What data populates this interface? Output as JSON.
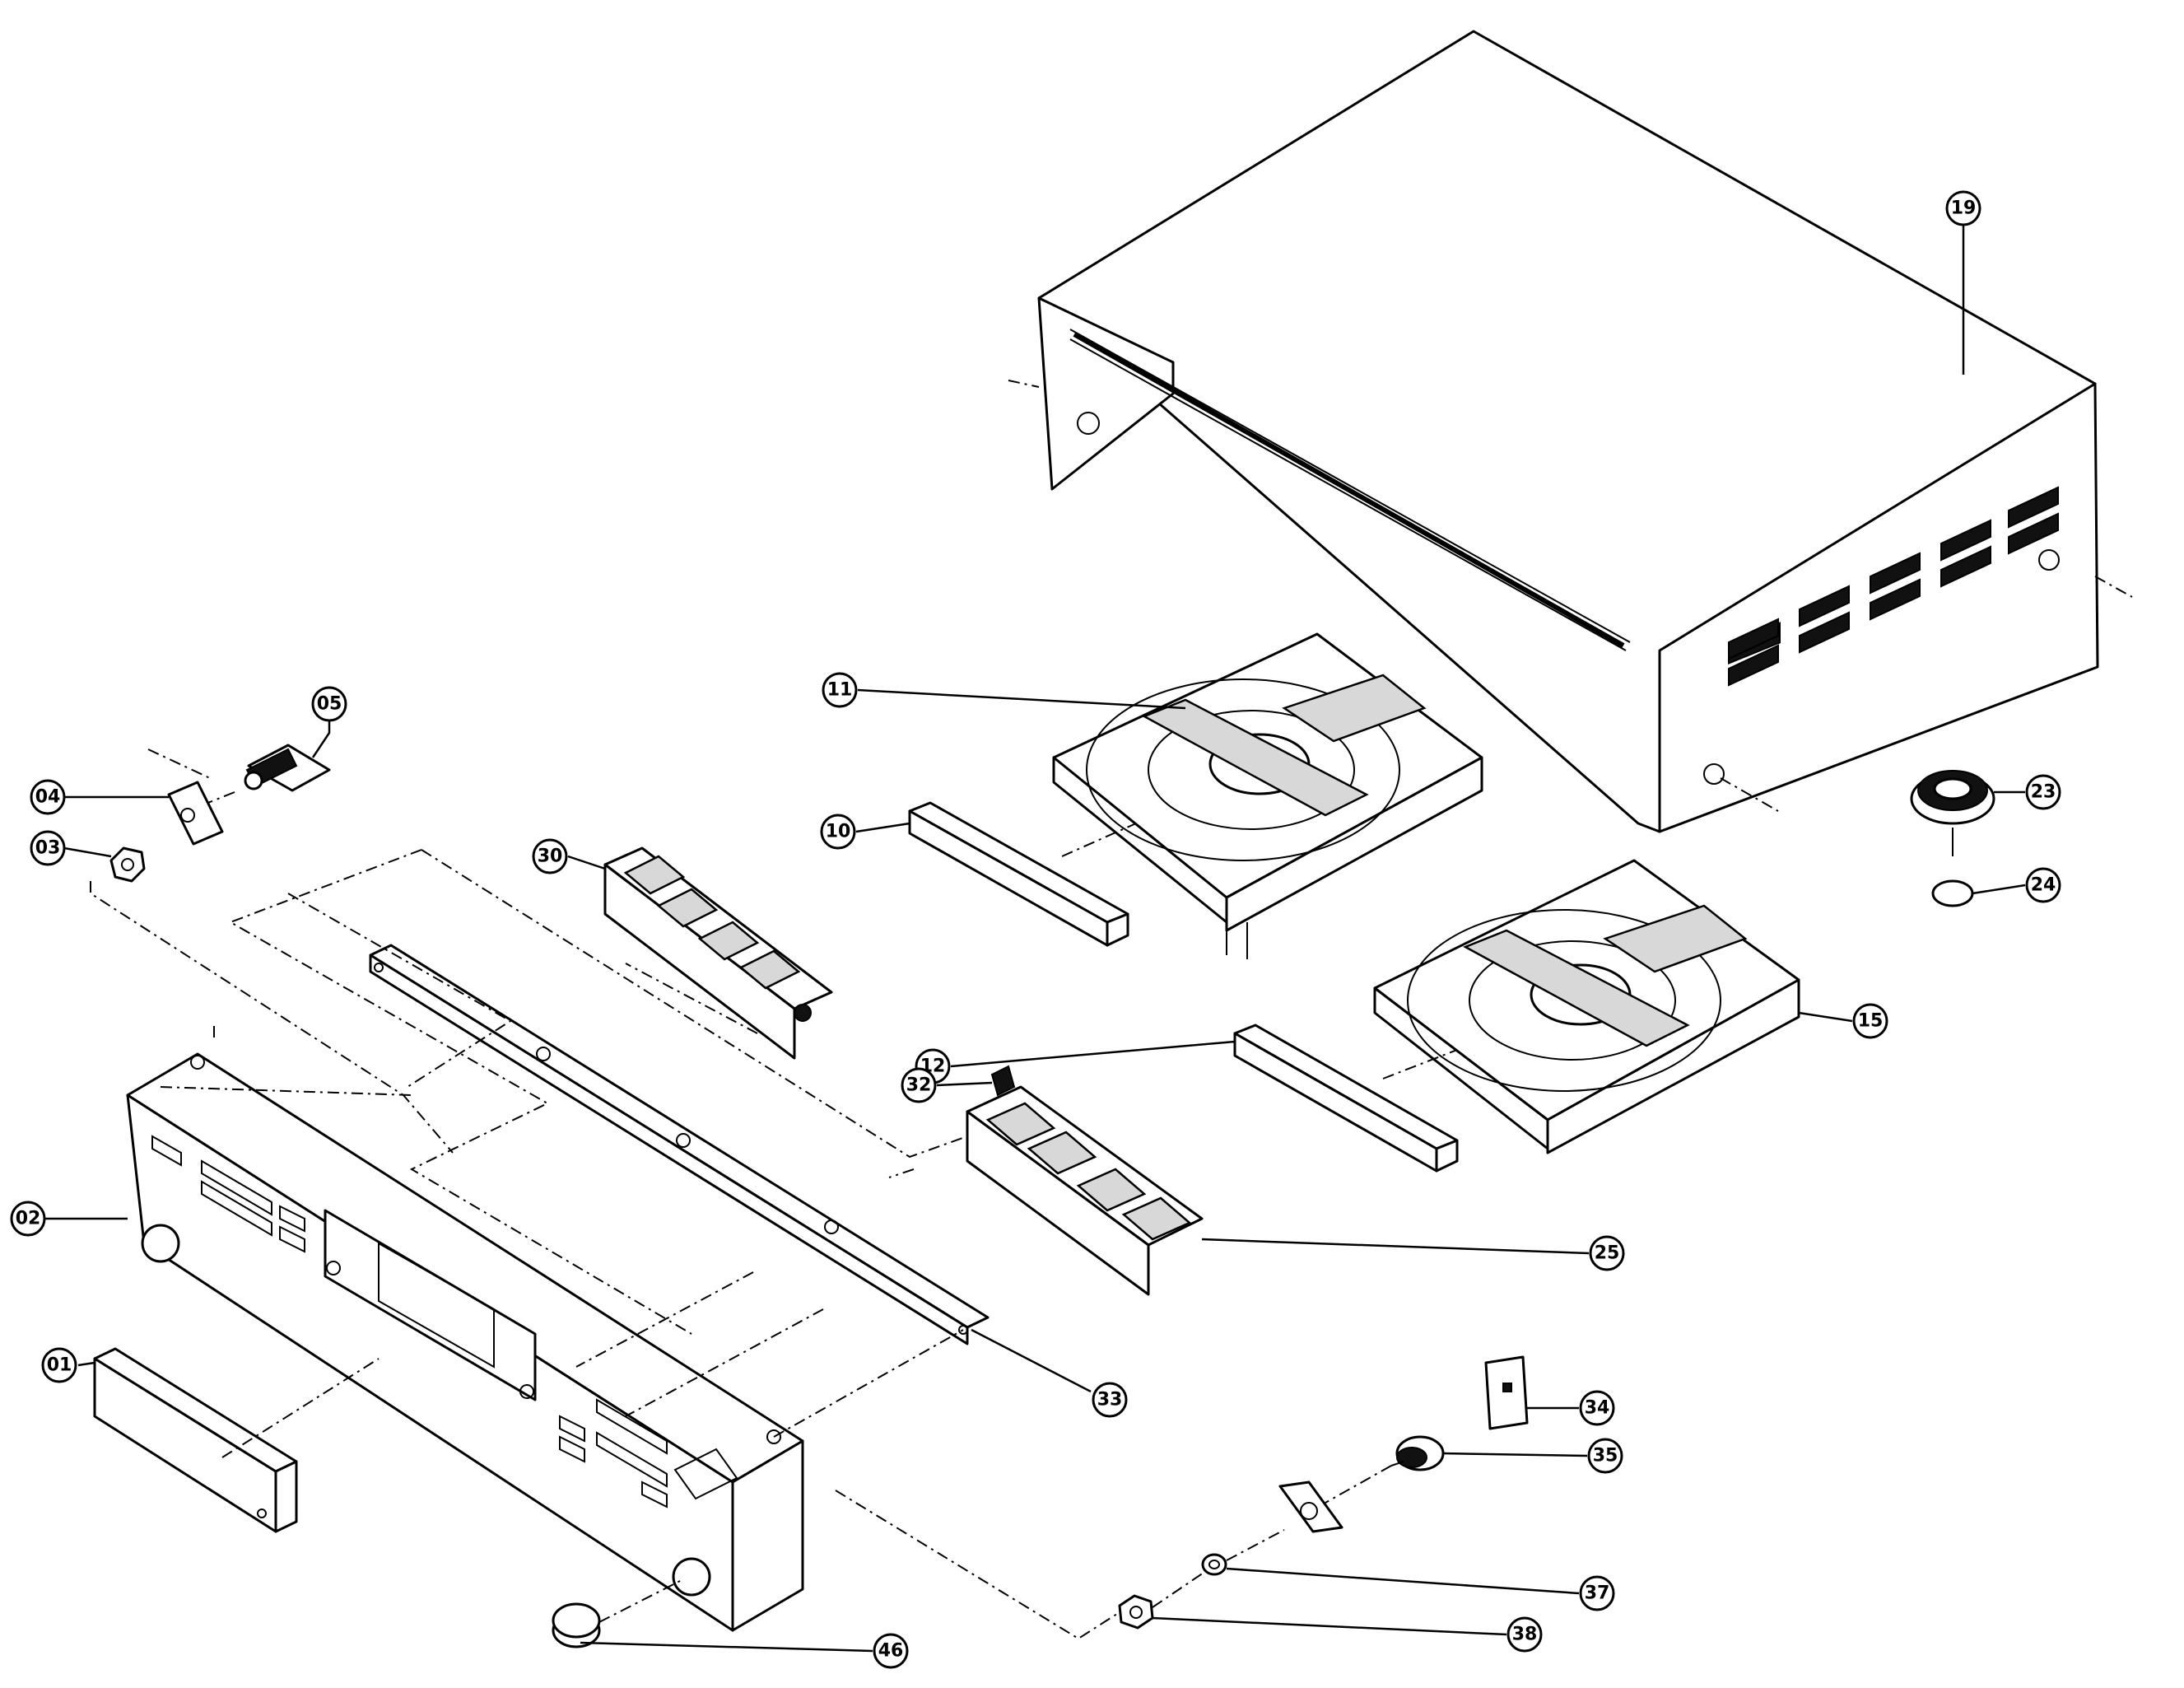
{
  "callouts": [
    {
      "id": "01",
      "label": "01"
    },
    {
      "id": "02",
      "label": "02"
    },
    {
      "id": "03",
      "label": "03"
    },
    {
      "id": "04",
      "label": "04"
    },
    {
      "id": "05",
      "label": "05"
    },
    {
      "id": "10",
      "label": "10"
    },
    {
      "id": "11",
      "label": "11"
    },
    {
      "id": "12",
      "label": "12"
    },
    {
      "id": "15",
      "label": "15"
    },
    {
      "id": "19",
      "label": "19"
    },
    {
      "id": "23",
      "label": "23"
    },
    {
      "id": "24",
      "label": "24"
    },
    {
      "id": "25",
      "label": "25"
    },
    {
      "id": "30",
      "label": "30"
    },
    {
      "id": "32",
      "label": "32"
    },
    {
      "id": "33",
      "label": "33"
    },
    {
      "id": "34",
      "label": "34"
    },
    {
      "id": "35",
      "label": "35"
    },
    {
      "id": "37",
      "label": "37"
    },
    {
      "id": "38",
      "label": "38"
    },
    {
      "id": "46",
      "label": "46"
    }
  ]
}
